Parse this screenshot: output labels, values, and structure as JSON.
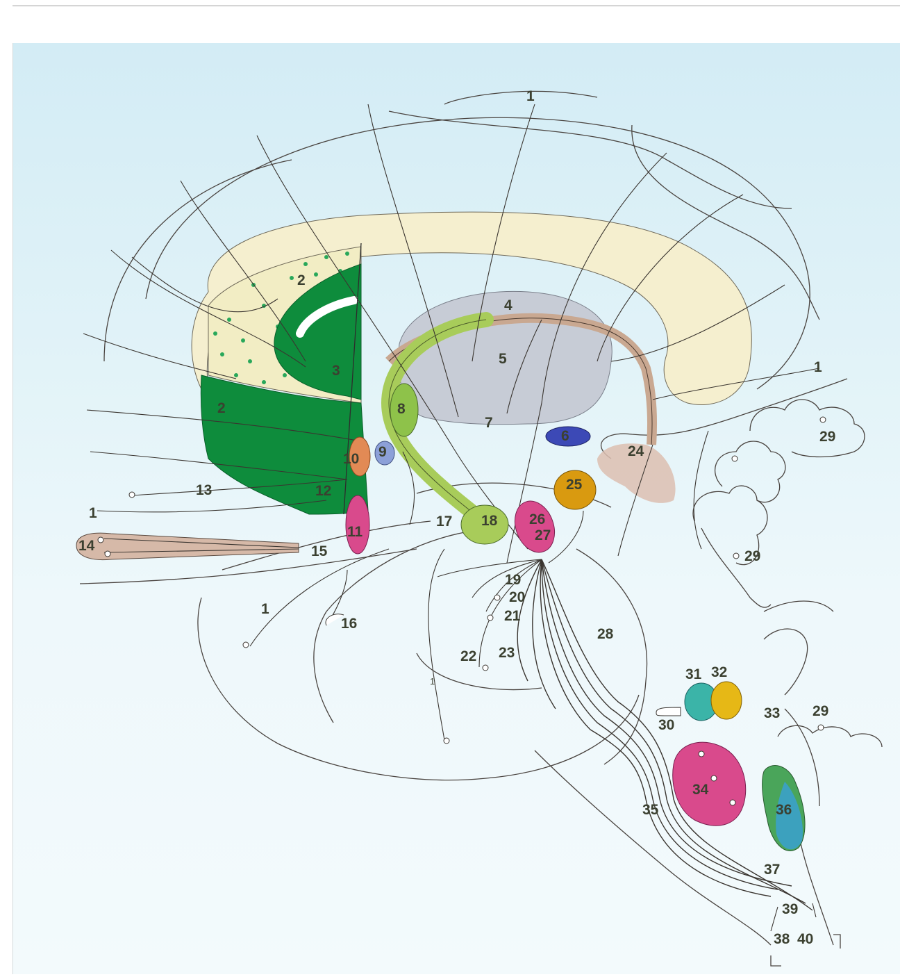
{
  "figure": {
    "labels": [
      "1",
      "2",
      "3",
      "4",
      "5",
      "6",
      "7",
      "8",
      "9",
      "10",
      "11",
      "12",
      "13",
      "14",
      "15",
      "16",
      "17",
      "18",
      "19",
      "20",
      "21",
      "22",
      "23",
      "24",
      "25",
      "26",
      "27",
      "28",
      "29",
      "30",
      "31",
      "32",
      "33",
      "34",
      "35",
      "36",
      "37",
      "38",
      "39",
      "40"
    ],
    "colors": {
      "corpus_callosum": "#f5efcf",
      "striatum": "#0e8c3c",
      "thalamus": "#c7ccd6",
      "fornix": "#a8cc5a",
      "nucleus_6": "#3c49b6",
      "nucleus_9": "#8ca0d8",
      "nucleus_10": "#e28a55",
      "magenta": "#d94a8c",
      "nucleus_25": "#d99a10",
      "nucleus_31": "#3bb4a8",
      "nucleus_32": "#e6b816",
      "nucleus_36_green": "#4aa55a",
      "nucleus_36_blue": "#3aa0d0",
      "olfactory_14": "#d6b9a8",
      "habenula_24": "#d8b7a8"
    }
  }
}
